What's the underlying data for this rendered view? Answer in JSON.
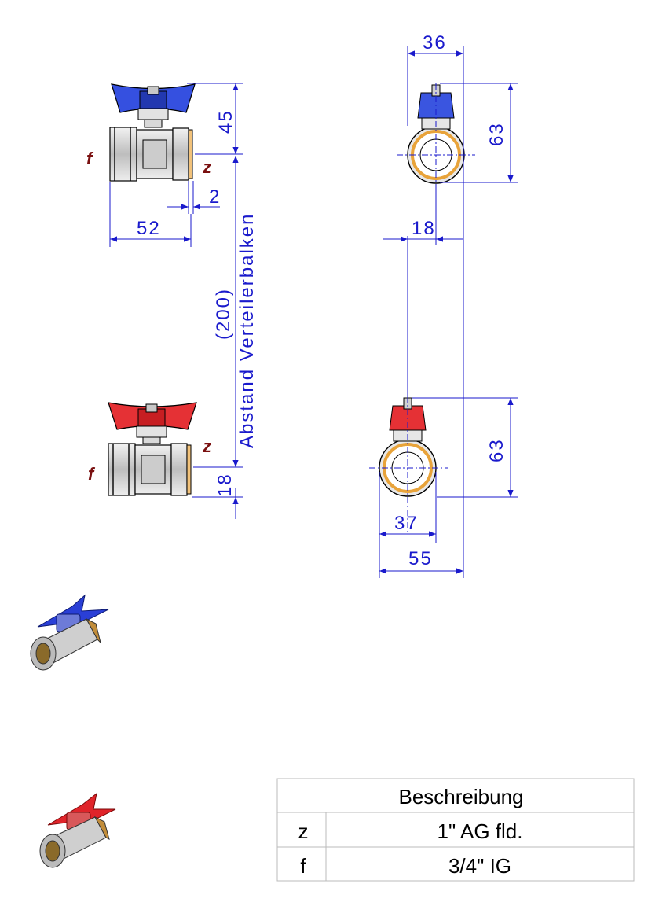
{
  "colors": {
    "dimension": "#1a1acc",
    "label": "#7a1010",
    "handle_blue": "#2a3fd6",
    "handle_red": "#e0242a",
    "seal": "#e8a33a",
    "body": "#d8d8d8"
  },
  "dimensions": {
    "top_handle_height": "45",
    "gap": "2",
    "top_length": "52",
    "spacing": "(200)",
    "spacing_label": "Abstand Verteilerbalken",
    "bottom_offset": "18",
    "front_width": "36",
    "front_height_top": "63",
    "front_offset": "18",
    "front_height_bottom": "63",
    "front_width_bottom_1": "37",
    "front_width_bottom_2": "55"
  },
  "labels": {
    "z": "z",
    "f": "f"
  },
  "table": {
    "header": "Beschreibung",
    "rows": [
      {
        "key": "z",
        "value": "1\" AG fld."
      },
      {
        "key": "f",
        "value": "3/4\" IG"
      }
    ]
  },
  "icons": [
    "valve-blue-handle-icon",
    "valve-red-handle-icon"
  ]
}
